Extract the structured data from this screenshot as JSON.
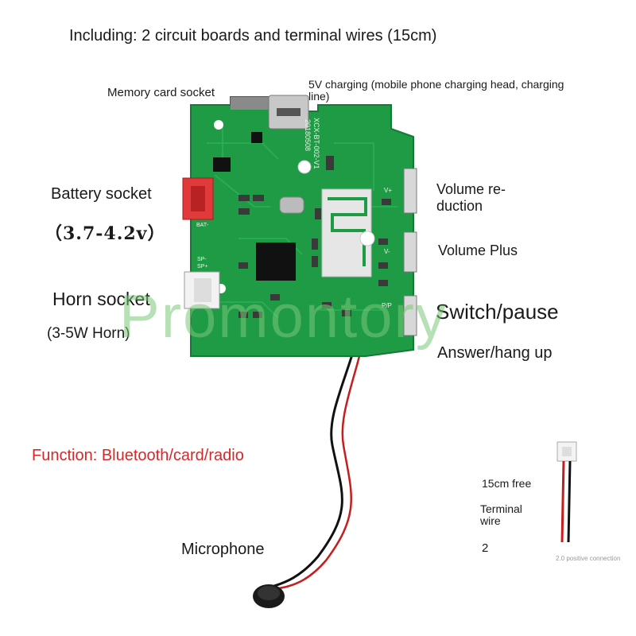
{
  "header": {
    "title": "Including: 2 circuit boards and terminal wires (15cm)"
  },
  "labels": {
    "memory_card": "Memory card socket",
    "usb_charging": "5V charging (mobile phone charging head, charging line)",
    "battery_socket": "Battery socket",
    "battery_voltage": "（3.7-4.2v）",
    "horn_socket": "Horn socket",
    "horn_spec": "(3-5W Horn)",
    "volume_reduction": "Volume re-duction",
    "volume_plus": "Volume Plus",
    "switch_pause": "Switch/pause",
    "answer_hangup": "Answer/hang up",
    "function": "Function: Bluetooth/card/radio",
    "microphone": "Microphone",
    "free_length": "15cm free",
    "terminal_wire": "Terminal wire",
    "terminal_count": "2",
    "connection_note": "2.0 positive connection"
  },
  "board": {
    "model": "XCX-BT-002-V1",
    "date": "20180508",
    "pins": {
      "bat": "BAT-",
      "sp_minus": "SP-",
      "sp_plus": "SP+",
      "v_plus": "V+",
      "v_minus": "V-",
      "pp": "P/P"
    }
  },
  "watermark": "Promontory",
  "colors": {
    "pcb": "#1f9a45",
    "function_text": "#d62828",
    "battery_connector": "#e03a3a",
    "wire_red": "#c41e1e",
    "wire_black": "#111111"
  }
}
